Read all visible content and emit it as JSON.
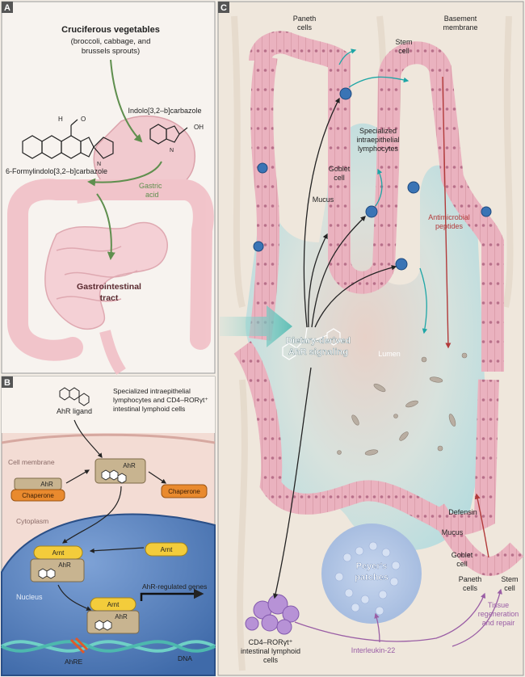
{
  "panel_a": {
    "letter": "A",
    "title": "Cruciferous vegetables",
    "subtitle_line1": "(broccoli, cabbage, and",
    "subtitle_line2": "brussels sprouts)",
    "molecule_right": "Indolo[3,2–b]carbazole",
    "molecule_left": "6-Formylindolo[3,2–b]carbazole",
    "oh_label": "OH",
    "o_label": "O",
    "h_label": "H",
    "n_label": "N",
    "gastric_line1": "Gastric",
    "gastric_line2": "acid",
    "gi_line1": "Gastrointestinal",
    "gi_line2": "tract"
  },
  "panel_b": {
    "letter": "B",
    "ligand": "AhR ligand",
    "note_line1": "Specialized intraepithelial",
    "note_line2": "lymphocytes and CD4–RORγt⁺",
    "note_line3": "intestinal lymphoid cells",
    "cell_membrane": "Cell membrane",
    "cytoplasm": "Cytoplasm",
    "nucleus": "Nucleus",
    "ahr": "AhR",
    "chaperone": "Chaperone",
    "arnt": "Arnt",
    "genes": "AhR-regulated genes",
    "ahre": "AhRE",
    "dna": "DNA"
  },
  "panel_c": {
    "letter": "C",
    "paneth_line1": "Paneth",
    "paneth_line2": "cells",
    "basement_line1": "Basement",
    "basement_line2": "membrane",
    "stem_line1": "Stem",
    "stem_line2": "cell",
    "spec_line1": "Specialized",
    "spec_line2": "intraepithelial",
    "spec_line3": "lymphocytes",
    "goblet_line1": "Goblet",
    "goblet_line2": "cell",
    "mucus": "Mucus",
    "antimicrobial_line1": "Antimicrobial",
    "antimicrobial_line2": "peptides",
    "dietary_line1": "Dietary-derived",
    "dietary_line2": "AhR signaling",
    "lumen": "Lumen",
    "defensin": "Defensin",
    "mucus2": "Mucus",
    "goblet2_line1": "Goblet",
    "goblet2_line2": "cell",
    "peyer_line1": "Peyer's",
    "peyer_line2": "patches",
    "paneth2_line1": "Paneth",
    "paneth2_line2": "cells",
    "stem2_line1": "Stem",
    "stem2_line2": "cell",
    "cd4_line1": "CD4–RORγt⁺",
    "cd4_line2": "intestinal lymphoid",
    "cd4_line3": "cells",
    "il22": "Interleukin-22",
    "tissue_line1": "Tissue",
    "tissue_line2": "regeneration",
    "tissue_line3": "and repair"
  },
  "colors": {
    "gut_pink": "#f2cdd2",
    "villus_pink": "#e9a9b6",
    "lumen_teal": "#bfe2e3",
    "nucleus_blue": "#5d88c4",
    "cytoplasm_pink": "#e7c3bf",
    "chaperone_orange": "#e98a2e",
    "arnt_yellow": "#f3cc3b",
    "ahr_tan": "#c8b490",
    "arrow_green": "#5f8f4e",
    "arrow_teal": "#1ea6a6",
    "arrow_red": "#b23a3a",
    "arrow_purple": "#9a5ea5"
  }
}
